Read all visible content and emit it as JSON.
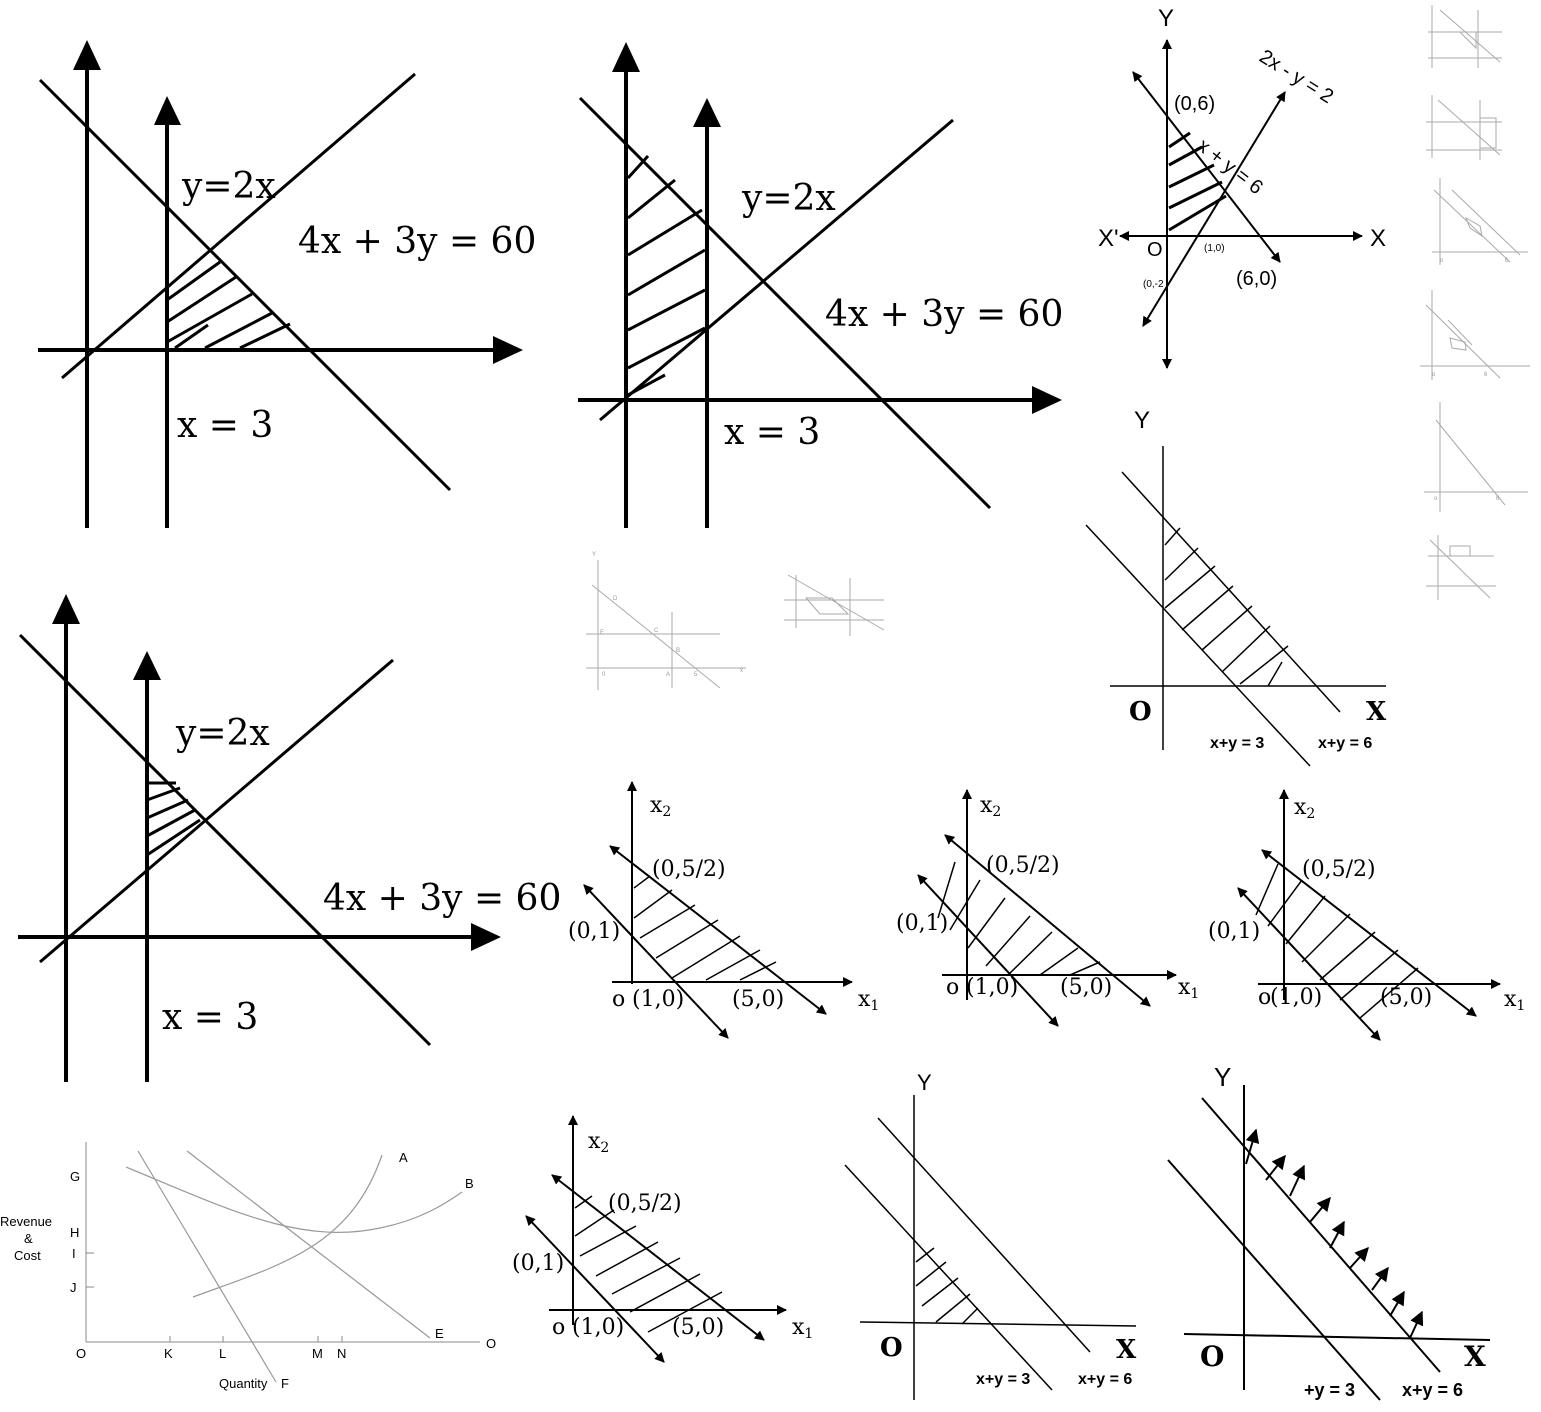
{
  "panel1": {
    "eq_line1": "y=2x",
    "eq_line2": "4x + 3y = 60",
    "eq_vertical": "x = 3"
  },
  "panel2": {
    "eq_line1": "y=2x",
    "eq_line2": "4x + 3y = 60",
    "eq_vertical": "x = 3"
  },
  "panel3": {
    "eq_line1": "y=2x",
    "eq_line2": "4x + 3y = 60",
    "eq_vertical": "x = 3"
  },
  "panel_top_right": {
    "y_axis": "Y",
    "x_axis": "X",
    "x_axis_neg": "X'",
    "origin": "O",
    "line1": "2x - y = 2",
    "line2": "x + y = 6",
    "pt_06": "(0,6)",
    "pt_60": "(6,0)",
    "pt_10": "(1,0)",
    "pt_0m2": "(0,-2"
  },
  "panel_strip_top": {
    "y_axis": "Y",
    "x_axis": "X",
    "origin": "O",
    "line_a": "x+y = 3",
    "line_b": "x+y = 6"
  },
  "x1x2_panels": [
    {
      "x2": "x",
      "x2_sub": "2",
      "x1": "x",
      "x1_sub": "1",
      "origin": "o",
      "pt_a": "(0,5/2)",
      "pt_b": "(0,1)",
      "pt_c": "(1,0)",
      "pt_d": "(5,0)"
    },
    {
      "x2": "x",
      "x2_sub": "2",
      "x1": "x",
      "x1_sub": "1",
      "origin": "o",
      "pt_a": "(0,5/2)",
      "pt_b": "(0,1)",
      "pt_c": "(1,0)",
      "pt_d": "(5,0)"
    },
    {
      "x2": "x",
      "x2_sub": "2",
      "x1": "x",
      "x1_sub": "1",
      "origin": "o",
      "pt_a": "(0,5/2)",
      "pt_b": "(0,1)",
      "pt_c": "(1,0)",
      "pt_d": "(5,0)"
    },
    {
      "x2": "x",
      "x2_sub": "2",
      "x1": "x",
      "x1_sub": "1",
      "origin": "o",
      "pt_a": "(0,5/2)",
      "pt_b": "(0,1)",
      "pt_c": "(1,0)",
      "pt_d": "(5,0)"
    }
  ],
  "economics": {
    "y_label": [
      "Revenue",
      "&",
      "Cost"
    ],
    "x_label": "Quantity",
    "y_ticks": [
      "G",
      "H",
      "I",
      "J"
    ],
    "x_ticks": [
      "O",
      "K",
      "L",
      "M",
      "N",
      "O"
    ],
    "curve_labels": [
      "A",
      "B",
      "E",
      "F"
    ]
  },
  "panel_strip_bottom_a": {
    "y_axis": "Y",
    "x_axis": "X",
    "origin": "O",
    "line_a": "x+y = 3",
    "line_b": "x+y = 6"
  },
  "panel_strip_bottom_b": {
    "y_axis": "Y",
    "x_axis": "X",
    "origin": "O",
    "line_a": "+y = 3",
    "line_b": "x+y = 6"
  }
}
